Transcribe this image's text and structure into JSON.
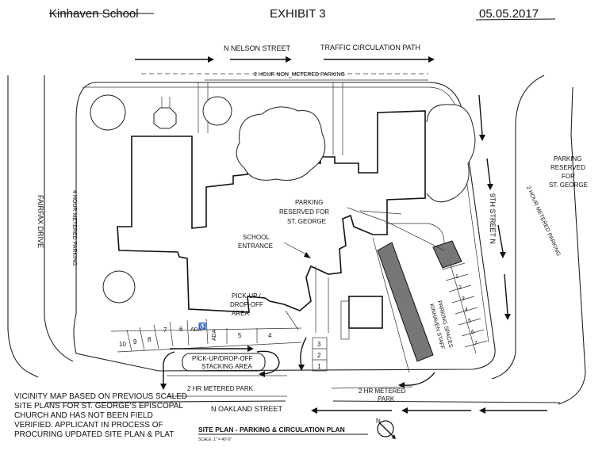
{
  "header": {
    "school": "Kinhaven School",
    "exhibit": "EXHIBIT 3",
    "date": "05.05.2017"
  },
  "streets": {
    "north": "N NELSON STREET",
    "south": "N OAKLAND STREET",
    "west": "FAIRFAX DRIVE",
    "east": "9TH STREET N"
  },
  "labels": {
    "traffic_path": "TRAFFIC CIRCULATION PATH",
    "parking_north": "2 HOUR NON_METERED PARKING",
    "parking_west": "4 HOUR METERED PARKING",
    "parking_east": "2 HOUR METERED PARKING",
    "parking_reserved_east": [
      "PARKING",
      "RESERVED",
      "FOR",
      "ST. GEORGE"
    ],
    "parking_reserved_site": [
      "PARKING",
      "RESERVED FOR",
      "ST. GEORGE"
    ],
    "school_entrance": [
      "SCHOOL",
      "ENTRANCE"
    ],
    "pickup_area": [
      "PICK-UP /",
      "DROP-OFF",
      "AREA"
    ],
    "stacking_area": [
      "PICK-UP/DROP-OFF",
      "STACKING AREA"
    ],
    "metered_park_left": "2 HR METERED PARK",
    "metered_park_right": [
      "2 HR METERED",
      "PARK"
    ],
    "staff_parking": [
      "PARKING SPACES",
      "KINHAVEN STAFF"
    ],
    "ada": "ADA"
  },
  "parking_spaces": {
    "row_south": [
      "10",
      "9",
      "8",
      "7",
      "6",
      "5",
      "4"
    ],
    "row_small": [
      "3",
      "2",
      "1"
    ],
    "staff": [
      "1",
      "2",
      "3",
      "4",
      "5",
      "6",
      "7"
    ]
  },
  "note": [
    "VICINITY MAP BASED ON PREVIOUS SCALED",
    "SITE PLANS FOR ST. GEORGE'S EPISCOPAL",
    "CHURCH AND HAS NOT BEEN FIELD",
    "VERIFIED.  APPLICANT IN PROCESS OF",
    "PROCURING UPDATED SITE PLAN & PLAT"
  ],
  "title_block": {
    "title": "SITE PLAN - PARKING & CIRCULATION PLAN",
    "scale": "SCALE: 1\" = 40'-0\"",
    "north": "N"
  }
}
